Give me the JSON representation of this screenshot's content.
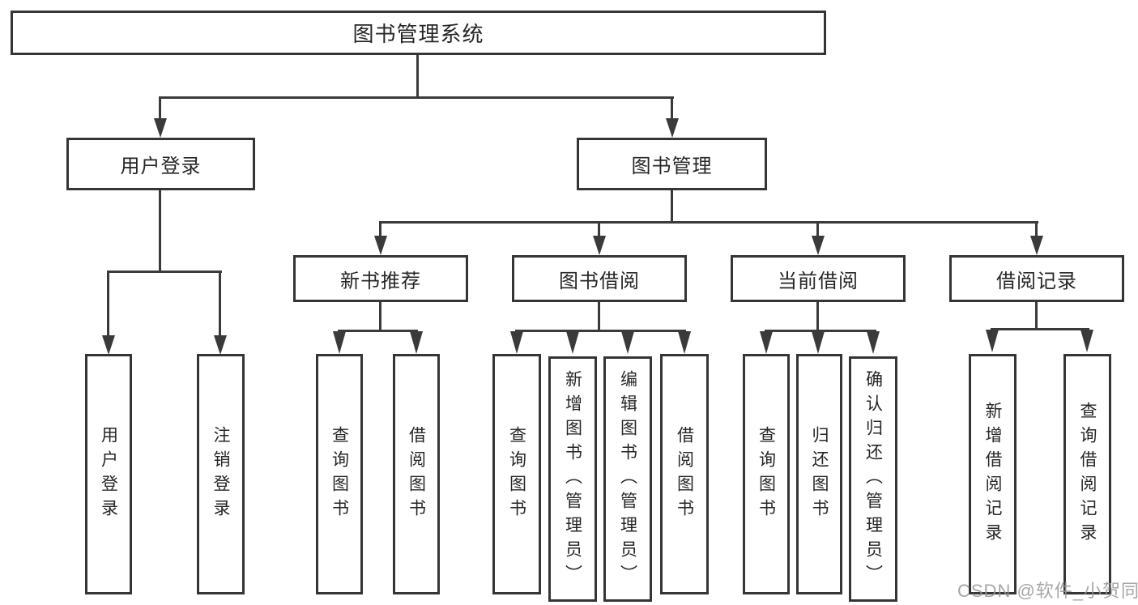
{
  "diagram": {
    "type": "hierarchy-tree",
    "root": "图书管理系统",
    "branches": [
      "用户登录",
      "图书管理"
    ],
    "modules": [
      "新书推荐",
      "图书借阅",
      "当前借阅",
      "借阅记录"
    ],
    "leaves": [
      "用户登录",
      "注销登录",
      "查询图书",
      "借阅图书",
      "查询图书",
      "新增图书（管理员）",
      "编辑图书（管理员）",
      "借阅图书",
      "查询图书",
      "归还图书",
      "确认归还（管理员）",
      "新增借阅记录",
      "查询借阅记录"
    ],
    "edges": [
      {
        "from": "图书管理系统",
        "to": "用户登录"
      },
      {
        "from": "图书管理系统",
        "to": "图书管理"
      },
      {
        "from": "用户登录",
        "to": "用户登录(叶)"
      },
      {
        "from": "用户登录",
        "to": "注销登录"
      },
      {
        "from": "图书管理",
        "to": "新书推荐"
      },
      {
        "from": "图书管理",
        "to": "图书借阅"
      },
      {
        "from": "图书管理",
        "to": "当前借阅"
      },
      {
        "from": "图书管理",
        "to": "借阅记录"
      },
      {
        "from": "新书推荐",
        "to": "查询图书"
      },
      {
        "from": "新书推荐",
        "to": "借阅图书"
      },
      {
        "from": "图书借阅",
        "to": "查询图书"
      },
      {
        "from": "图书借阅",
        "to": "新增图书（管理员）"
      },
      {
        "from": "图书借阅",
        "to": "编辑图书（管理员）"
      },
      {
        "from": "图书借阅",
        "to": "借阅图书"
      },
      {
        "from": "当前借阅",
        "to": "查询图书"
      },
      {
        "from": "当前借阅",
        "to": "归还图书"
      },
      {
        "from": "当前借阅",
        "to": "确认归还（管理员）"
      },
      {
        "from": "借阅记录",
        "to": "新增借阅记录"
      },
      {
        "from": "借阅记录",
        "to": "查询借阅记录"
      }
    ],
    "colors": {
      "line": "#3a3a3a",
      "box_border": "#353535",
      "box_fill": "#ffffff",
      "text": "#262626",
      "watermark": "#969696",
      "background": "#ffffff"
    }
  },
  "watermark": "CSDN @软件_小贺同学"
}
